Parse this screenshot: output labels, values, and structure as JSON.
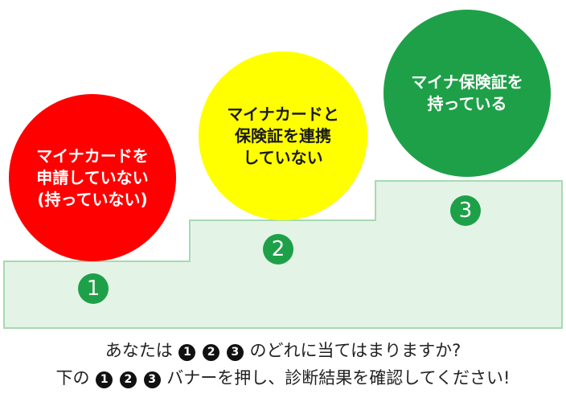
{
  "colors": {
    "red": "#ff0000",
    "yellow": "#ffff00",
    "green": "#1ea048",
    "stair_fill": "#e3f4e6",
    "stair_stroke": "#a8d9b2"
  },
  "circles": [
    {
      "text": "マイナカードを\n申請していない\n(持っていない)"
    },
    {
      "text": "マイナカードと\n保険証を連携\nしていない"
    },
    {
      "text": "マイナ保険証を\n持っている"
    }
  ],
  "steps": [
    "1",
    "2",
    "3"
  ],
  "footer": {
    "line1_prefix": "あなたは",
    "line1_suffix": "のどれに当てはまりますか?",
    "line2_prefix": "下の",
    "line2_suffix": "バナーを押し、診断結果を確認してください!"
  }
}
